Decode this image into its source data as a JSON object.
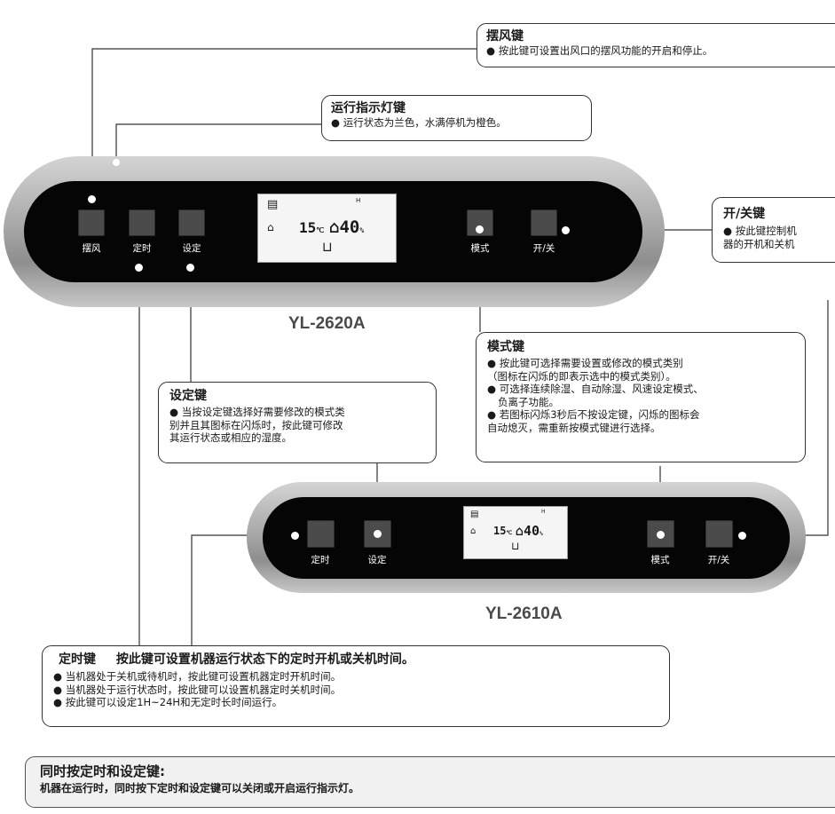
{
  "swing_callout": {
    "title": "摆风键",
    "text": "● 按此键可设置出风口的摆风功能的开启和停止。"
  },
  "indicator_callout": {
    "title": "运行指示灯键",
    "text": "● 运行状态为兰色，水满停机为橙色。"
  },
  "power_callout": {
    "title": "开/关键",
    "text1": "● 按此键控制机",
    "text2": "器的开机和关机"
  },
  "mode_callout": {
    "title": "模式键",
    "lines": [
      "● 按此键可选择需要设置或修改的模式类别",
      "（图标在闪烁的即表示选中的模式类别）。",
      "● 可选择连续除湿、自动除湿、风速设定模式、",
      "负离子功能。",
      "● 若图标闪烁3秒后不按设定键，闪烁的图标会",
      "自动熄灭，需重新按模式键进行选择。"
    ]
  },
  "set_callout": {
    "title": "设定键",
    "lines": [
      "● 当按设定键选择好需要修改的模式类",
      "别并且其图标在闪烁时，按此键可修改",
      "其运行状态或相应的湿度。"
    ]
  },
  "timer_callout": {
    "title": "定时键",
    "subtitle": "按此键可设置机器运行状态下的定时开机或关机时间。",
    "lines": [
      "● 当机器处于关机或待机时，按此键可设置机器定时开机时间。",
      "● 当机器处于运行状态时，按此键可以设置机器定时关机时间。",
      "● 按此键可以设定1H~24H和无定时长时间运行。"
    ]
  },
  "combo_callout": {
    "title": "同时按定时和设定键:",
    "text": "机器在运行时，同时按下定时和设定键可以关闭或开启运行指示灯。"
  },
  "panel_a": {
    "model": "YL-2620A",
    "keys": {
      "swing": "摆风",
      "timer": "定时",
      "set": "设定",
      "mode": "模式",
      "power": "开/关"
    },
    "lcd": {
      "temp": "15",
      "temp_unit": "℃",
      "humidity": "40",
      "humidity_unit": "%",
      "h_mark": "H"
    }
  },
  "panel_b": {
    "model": "YL-2610A",
    "keys": {
      "timer": "定时",
      "set": "设定",
      "mode": "模式",
      "power": "开/关"
    },
    "lcd": {
      "temp": "15",
      "temp_unit": "℃",
      "humidity": "40",
      "humidity_unit": "%",
      "h_mark": "H"
    }
  }
}
